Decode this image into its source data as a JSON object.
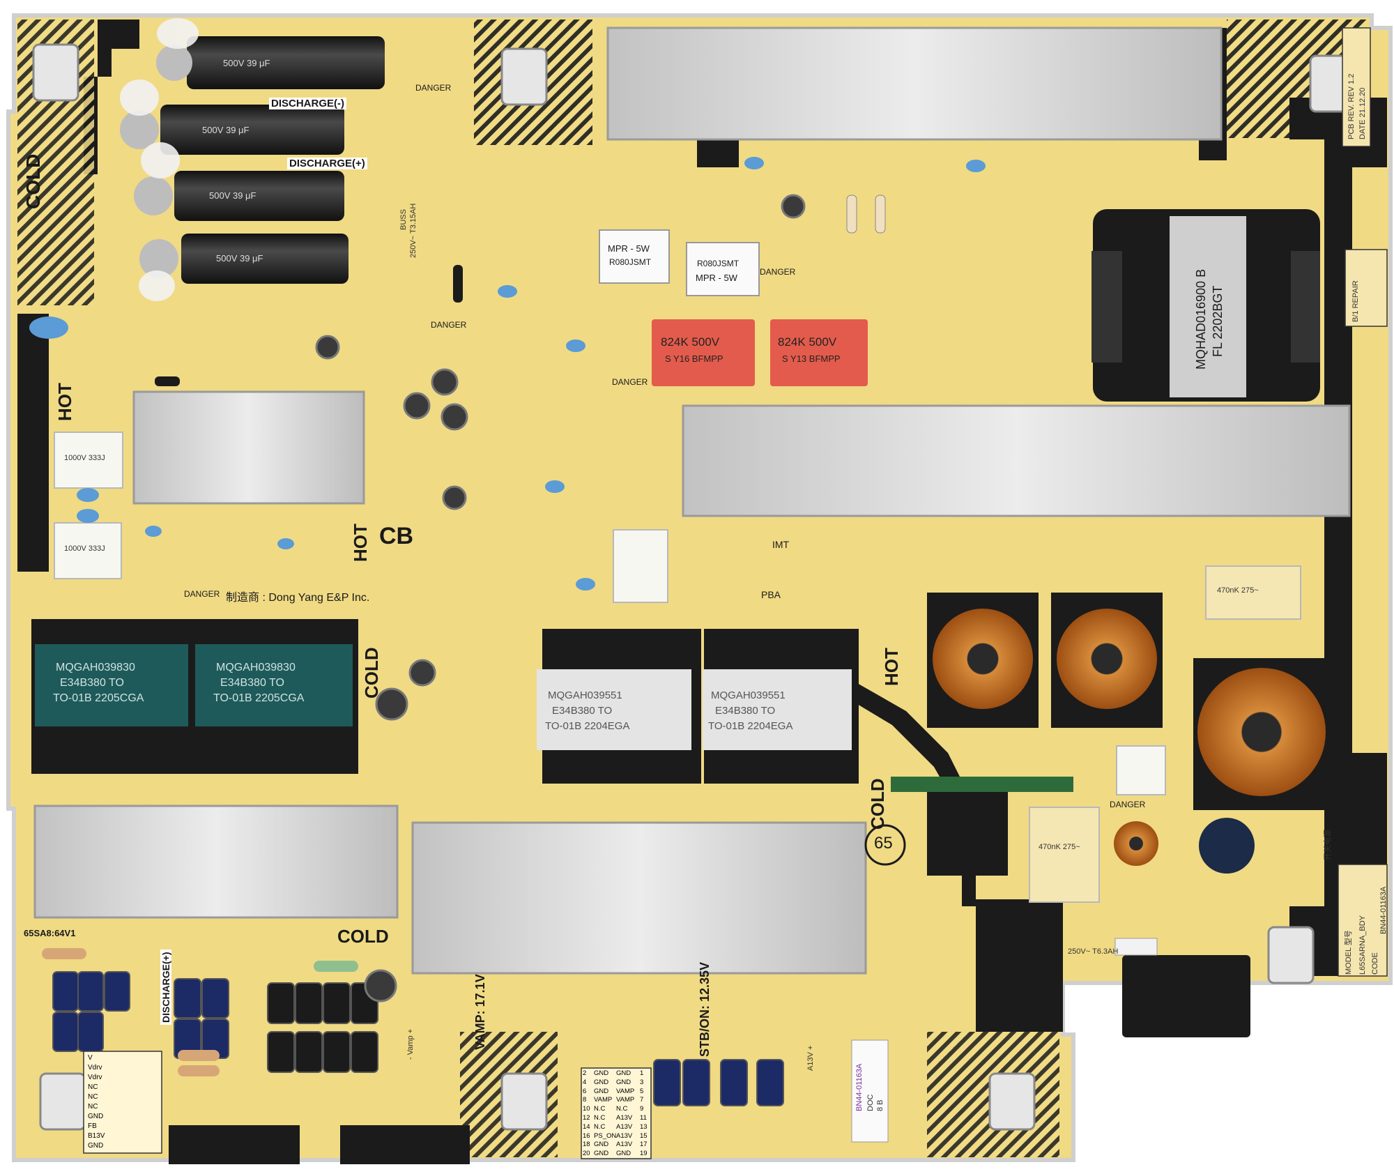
{
  "board": {
    "manufacturer_label": "制造商 : Dong Yang E&P Inc.",
    "brand_mark": "CB",
    "number_circle": "65",
    "model_code_box": {
      "model_label": "MODEL 型号",
      "model": "L65SARNA_BDY",
      "code_label": "CODE",
      "code": "BN44-01163A"
    },
    "pcb_rev": [
      "PCB REV. REV 1.2",
      "DATE 21.12.20"
    ],
    "repair_label": "B/1 REPAIR",
    "chinese_label": "开关电源",
    "sticker": [
      "BN44-01163A",
      "DOC",
      "8 B"
    ],
    "side_label": "65SA8:64V1"
  },
  "zone_labels": {
    "cold": "COLD",
    "hot": "HOT",
    "danger": "DANGER",
    "discharge_minus": "DISCHARGE(-)",
    "discharge_plus": "DISCHARGE(+)",
    "discharge": "DISCHARGE(+)",
    "imt": "IMT",
    "pba": "PBA"
  },
  "capacitors": {
    "bulk_caps": [
      {
        "text": "500V 39 μF"
      },
      {
        "text": "500V 39 μF"
      },
      {
        "text": "500V 39 μF"
      },
      {
        "text": "500V 39 μF"
      }
    ],
    "film_caps": [
      {
        "text": "824K 500V",
        "sub": "S Y16 BFMPP"
      },
      {
        "text": "824K 500V",
        "sub": "S Y13 BFMPP"
      }
    ],
    "small_boxes": [
      {
        "text": "MPR - 5W",
        "sub": "R080JSMT"
      },
      {
        "text": "MPR - 5W",
        "sub": "R080JSMT"
      }
    ],
    "x_caps": [
      {
        "text": "1000V 333J"
      },
      {
        "text": "1000V 333J"
      },
      {
        "text": "470nK 275~"
      },
      {
        "text": "470nK 275~"
      }
    ]
  },
  "transformers": [
    {
      "text": "MQGAH039830",
      "sub": "E34B380 TO",
      "sub2": "TO-01B 2205CGA"
    },
    {
      "text": "MQGAH039830",
      "sub": "E34B380 TO",
      "sub2": "TO-01B 2205CGA"
    },
    {
      "text": "MQGAH039551",
      "sub": "E34B380 TO",
      "sub2": "TO-01B 2204EGA"
    },
    {
      "text": "MQGAH039551",
      "sub": "E34B380 TO",
      "sub2": "TO-01B 2204EGA"
    }
  ],
  "inductor": {
    "text": "MQHAD016900 B",
    "sub": "FL 2202BGT"
  },
  "fuse": {
    "text": "250V~ T3.15AH",
    "sub": "BUSS"
  },
  "fuse2": {
    "text": "250V~ T6.3AH"
  },
  "connector_labels": {
    "left_table_header": [
      "V",
      "Vdrv",
      "Vdrv",
      "NC",
      "NC",
      "NC",
      "GND",
      "FB",
      "B13V",
      "GND"
    ],
    "right_table": [
      [
        "2",
        "GND",
        "GND",
        "1"
      ],
      [
        "4",
        "GND",
        "GND",
        "3"
      ],
      [
        "6",
        "GND",
        "VAMP",
        "5"
      ],
      [
        "8",
        "VAMP",
        "VAMP",
        "7"
      ],
      [
        "10",
        "N.C",
        "N.C",
        "9"
      ],
      [
        "12",
        "N.C",
        "A13V",
        "11"
      ],
      [
        "14",
        "N.C",
        "A13V",
        "13"
      ],
      [
        "16",
        "PS_ON",
        "A13V",
        "15"
      ],
      [
        "18",
        "GND",
        "A13V",
        "17"
      ],
      [
        "20",
        "GND",
        "GND",
        "19"
      ]
    ],
    "vamp_labels": [
      "VAMP: 17.1V",
      "STB/ON: 12.35V"
    ],
    "a13v": "A13V +",
    "vamp_minus": "- Vamp +"
  },
  "colors": {
    "board": "#f1dc86",
    "board_dark": "#e6cc6a",
    "cutout_black": "#1b1b1b",
    "heatsink": "#d6d6d6",
    "copper": "#c46a1c",
    "cap_red": "#e35b4c",
    "transformer_teal": "#1f5a5a",
    "electrolytic_black": "#222222",
    "pcb_edge": "#d9d9d9"
  }
}
